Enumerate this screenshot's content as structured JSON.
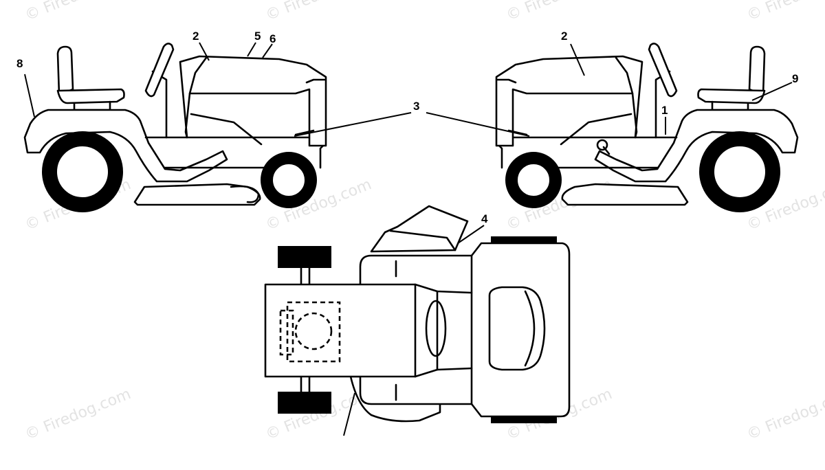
{
  "watermark": {
    "text": "© Firedog.com",
    "color": "#e3e3e3"
  },
  "callouts": {
    "c1": "1",
    "c2_left": "2",
    "c2_right": "2",
    "c3": "3",
    "c4": "4",
    "c5": "5",
    "c6": "6",
    "c8": "8",
    "c9": "9"
  },
  "colors": {
    "line": "#000000",
    "background": "#ffffff"
  }
}
